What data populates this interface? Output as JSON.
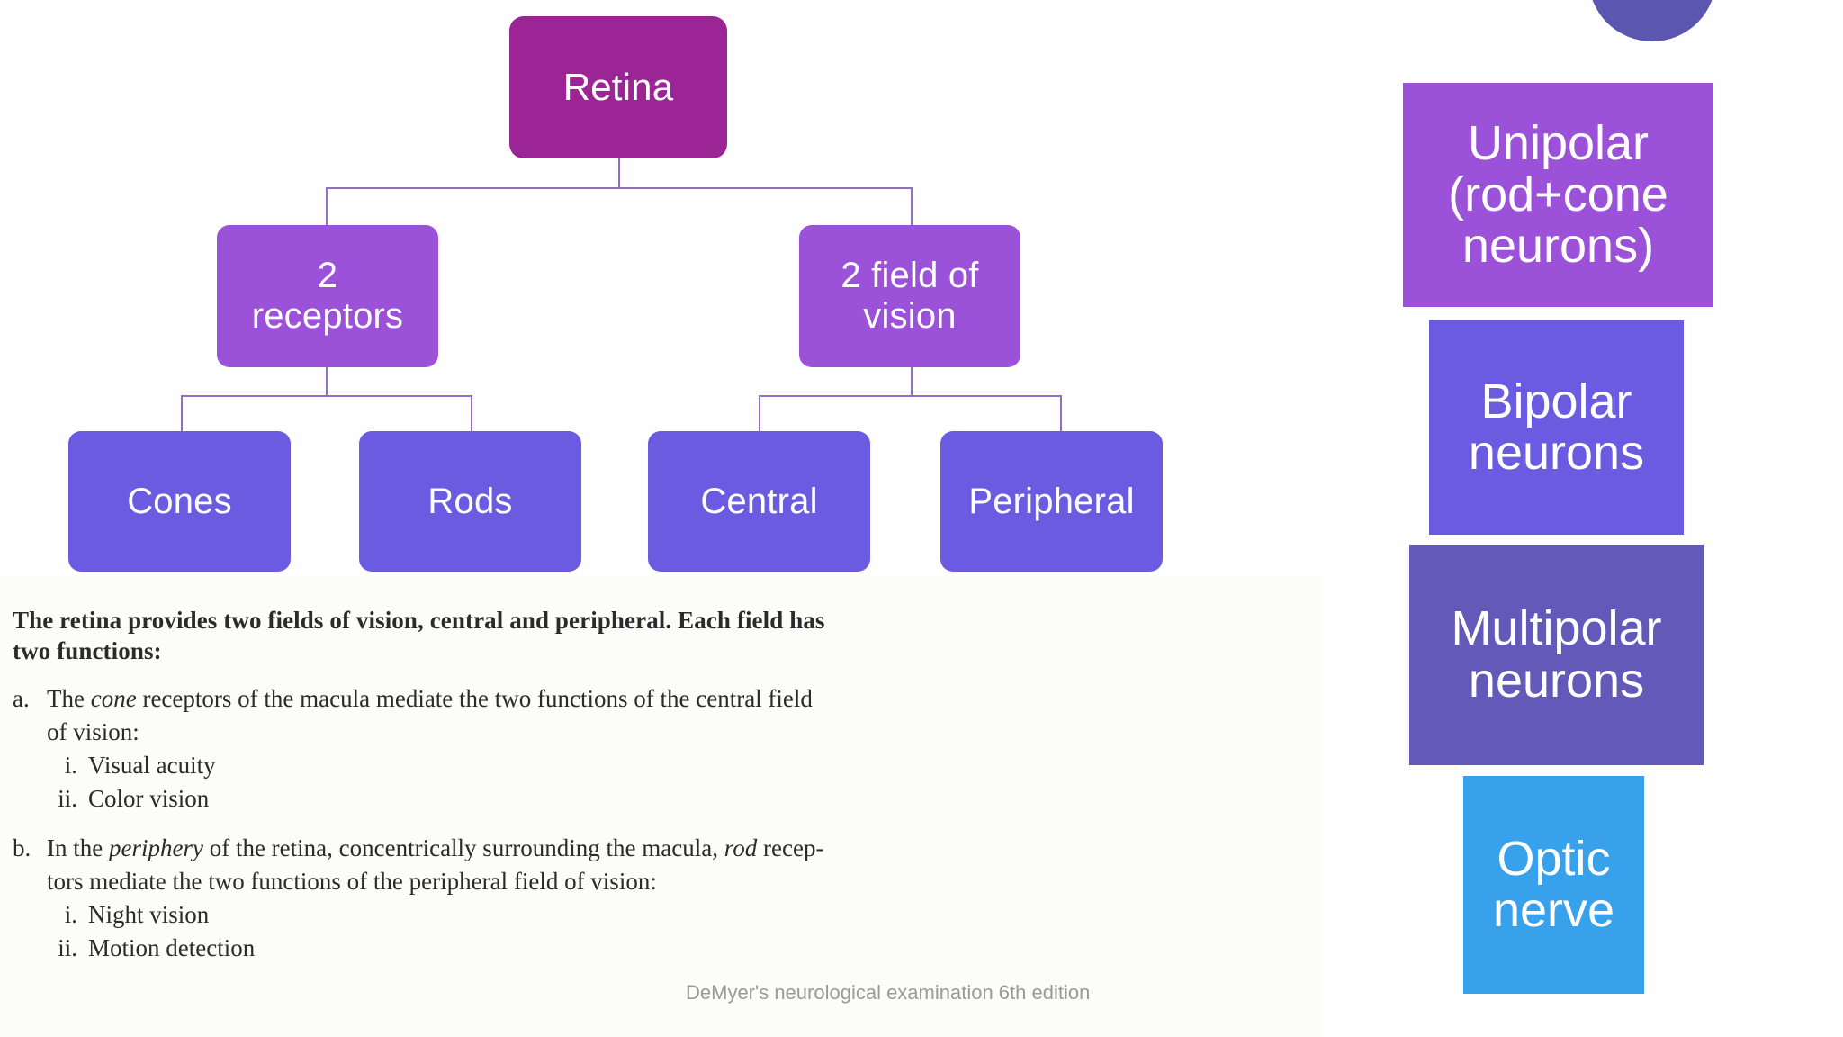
{
  "slide": {
    "background": "#ffffff"
  },
  "flowchart": {
    "type": "tree",
    "title": "Retina structure tree",
    "nodes": [
      {
        "id": "retina",
        "label": "Retina",
        "level": 0,
        "color": "#9C2596"
      },
      {
        "id": "receptors",
        "label": "2\nreceptors",
        "level": 1,
        "color": "#9B51D8"
      },
      {
        "id": "fields",
        "label": "2 field of\nvision",
        "level": 1,
        "color": "#9B51D8"
      },
      {
        "id": "cones",
        "label": "Cones",
        "level": 2,
        "color": "#6B5BE0"
      },
      {
        "id": "rods",
        "label": "Rods",
        "level": 2,
        "color": "#6B5BE0"
      },
      {
        "id": "central",
        "label": "Central",
        "level": 2,
        "color": "#6B5BE0"
      },
      {
        "id": "peripheral",
        "label": "Peripheral",
        "level": 2,
        "color": "#6B5BE0"
      }
    ],
    "edges": [
      {
        "from": "retina",
        "to": "receptors"
      },
      {
        "from": "retina",
        "to": "fields"
      },
      {
        "from": "receptors",
        "to": "cones"
      },
      {
        "from": "receptors",
        "to": "rods"
      },
      {
        "from": "fields",
        "to": "central"
      },
      {
        "from": "fields",
        "to": "peripheral"
      }
    ],
    "connector_color": "#8e6fc4",
    "labels": {
      "retina": "Retina",
      "receptors": "2\nreceptors",
      "fields": "2 field of\nvision",
      "cones": "Cones",
      "rods": "Rods",
      "central": "Central",
      "peripheral": "Peripheral"
    }
  },
  "excerpt": {
    "heading_line1": "The retina provides two fields of vision, central and peripheral. Each field has",
    "heading_line2": "two functions:",
    "item_a": {
      "marker": "a.",
      "text_pre": "The ",
      "text_em": "cone",
      "text_post": " receptors of the macula mediate the two functions of the central field",
      "line2": "of vision:"
    },
    "item_a_sub": [
      {
        "marker": "i.",
        "text": "Visual acuity"
      },
      {
        "marker": "ii.",
        "text": "Color vision"
      }
    ],
    "item_b": {
      "marker": "b.",
      "text_pre": "In the ",
      "text_em": "periphery",
      "text_mid": " of the retina, concentrically surrounding the macula, ",
      "text_em2": "rod",
      "text_post": " recep-",
      "line2": "tors mediate the two functions of the peripheral field of vision:"
    },
    "item_b_sub": [
      {
        "marker": "i.",
        "text": "Night vision"
      },
      {
        "marker": "ii.",
        "text": "Motion detection"
      }
    ]
  },
  "citation": "DeMyer's neurological examination 6th edition",
  "right_column": {
    "decoration": {
      "name": "circle",
      "color": "#5B57B0"
    },
    "items": [
      {
        "id": "unipolar",
        "label": "Unipolar\n(rod+cone\nneurons)",
        "color": "#9B51D8"
      },
      {
        "id": "bipolar",
        "label": "Bipolar\nneurons",
        "color": "#6B5BE0"
      },
      {
        "id": "multipolar",
        "label": "Multipolar\nneurons",
        "color": "#6259B8"
      },
      {
        "id": "opticnerve",
        "label": "Optic\nnerve",
        "color": "#38A1EB"
      }
    ]
  }
}
